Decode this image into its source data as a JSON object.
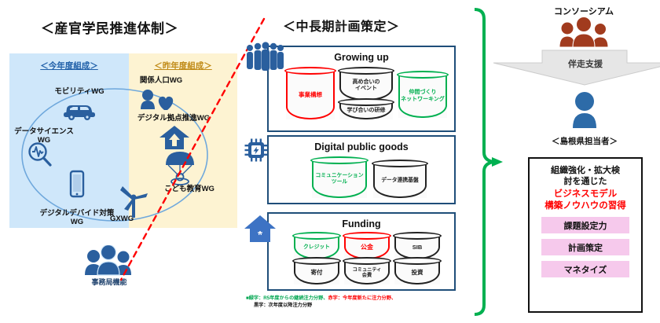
{
  "titles": {
    "left": "＜産官学民推進体制＞",
    "middle": "＜中長期計画策定＞"
  },
  "left_panel": {
    "this_year_label": "＜今年度組成＞",
    "last_year_label": "＜昨年度組成＞",
    "this_year_color": "#1f5fa8",
    "last_year_color": "#c08a16",
    "this_year_bg": "#cfe7fa",
    "last_year_bg": "#fdf3d2",
    "working_groups": [
      {
        "label": "モビリティWG",
        "icon": "car-icon"
      },
      {
        "label": "データサイエンス\nWG",
        "icon": "magnifier-pulse-icon"
      },
      {
        "label": "デジタルデバイド対策\nWG",
        "icon": "smartphone-icon"
      },
      {
        "label": "関係人口WG",
        "icon": "person-heart-icon"
      },
      {
        "label": "デジタル拠点推進WG",
        "icon": "house-arrow-icon"
      },
      {
        "label": "こども教育WG",
        "icon": "parachute-person-icon"
      },
      {
        "label": "GXWG",
        "icon": "wind-turbine-icon"
      }
    ],
    "secretariat_label": "事務局機能"
  },
  "middle": {
    "boxes": [
      {
        "title": "Growing up",
        "icon": "people-group-icon",
        "cylinders": [
          {
            "text": "事業構想",
            "color": "#ff0000",
            "stacked": false
          },
          {
            "text": "高め合いの\nイベント",
            "second": "学び合いの研修",
            "color": "#222222",
            "stacked": true
          },
          {
            "text": "仲間づくり\nネットワーキング",
            "color": "#00b050",
            "stacked": false
          }
        ]
      },
      {
        "title": "Digital public goods",
        "icon": "cpu-chip-icon",
        "cylinders": [
          {
            "text": "コミュニケーション\nツール",
            "color": "#00b050",
            "stacked": false
          },
          {
            "text": "データ連携基盤",
            "color": "#222222",
            "stacked": false
          }
        ]
      },
      {
        "title": "Funding",
        "icon": "house-icon",
        "cylinders": [
          {
            "text": "クレジット",
            "second": "寄付",
            "color": "#00b050",
            "stacked": true
          },
          {
            "text": "公金",
            "second": "コミュニティ\n会費",
            "color": "#ff0000",
            "stacked": true
          },
          {
            "text": "SIB",
            "second": "投資",
            "color": "#222222",
            "stacked": true
          }
        ]
      }
    ],
    "footnote_line1_green": "■緑字：R5年度からの継続注力分野、",
    "footnote_line1_red": "赤字：今年度新たに注力分野、",
    "footnote_line2_black": "黒字：次年度以降注力分野"
  },
  "right": {
    "consortium_label": "コンソーシアム",
    "consortium_icon": "people-group-icon",
    "consortium_color": "#a13b1e",
    "support_label": "伴走支援",
    "staff_icon": "person-icon",
    "staff_label": "＜島根県担当者＞",
    "outcome": {
      "head": "組織強化・拡大検\n討を通じた",
      "highlight": "ビジネスモデル\n構築ノウハウの習得",
      "highlight_color": "#ff0000",
      "pills": [
        "課題設定力",
        "計画策定",
        "マネタイズ"
      ],
      "pill_color": "#f6c9ec"
    }
  }
}
